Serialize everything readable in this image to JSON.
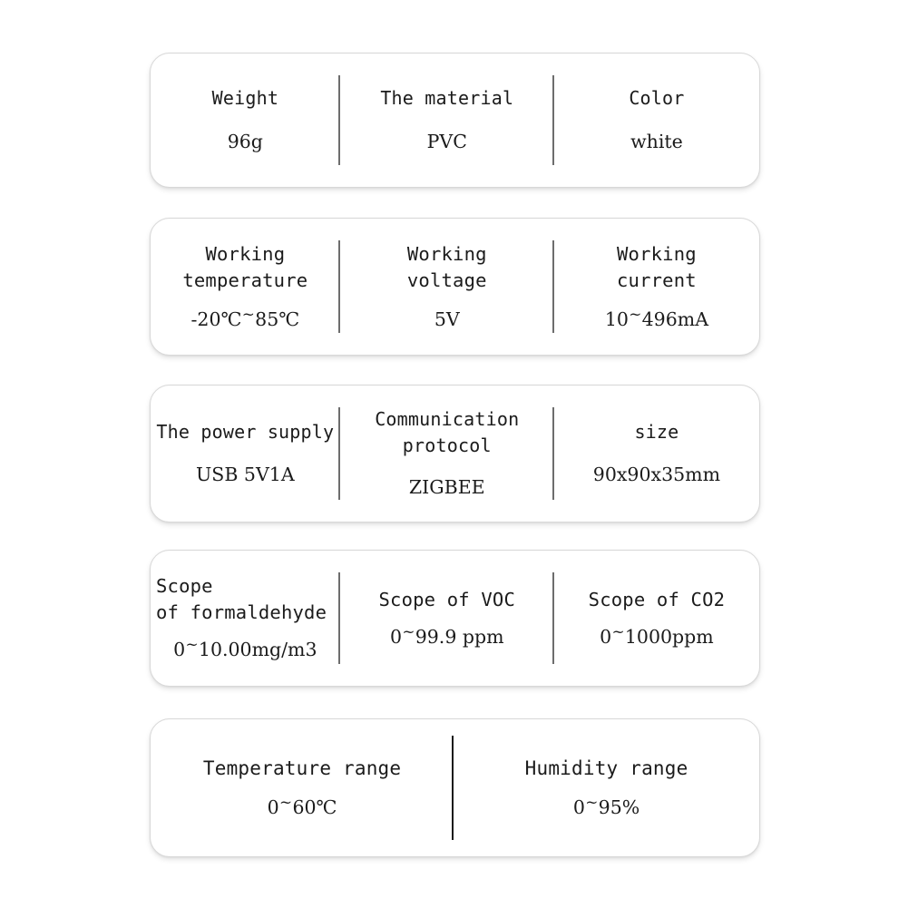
{
  "page": {
    "background_color": "#ffffff",
    "text_color": "#1b1b1b",
    "card_border_color": "#d8d8d8",
    "divider_color": "#6d6d6d",
    "divider_color_strong": "#1a1a1a"
  },
  "rows": [
    {
      "id": "row-basic",
      "columns": [
        {
          "label": "Weight",
          "value": "96g"
        },
        {
          "label": "The material",
          "value": "PVC"
        },
        {
          "label": "Color",
          "value": "white"
        }
      ]
    },
    {
      "id": "row-electrical",
      "columns": [
        {
          "label": "Working\ntemperature",
          "value": "-20℃~85℃"
        },
        {
          "label": "Working\nvoltage",
          "value": "5V"
        },
        {
          "label": "Working\ncurrent",
          "value": "10~496mA"
        }
      ]
    },
    {
      "id": "row-power-comms",
      "columns": [
        {
          "label": "The power supply",
          "value": "USB 5V1A"
        },
        {
          "label": "Communication\nprotocol",
          "value": "ZIGBEE"
        },
        {
          "label": "size",
          "value": "90x90x35mm"
        }
      ]
    },
    {
      "id": "row-gas-ranges",
      "columns": [
        {
          "label": "Scope\nof formaldehyde",
          "value": "0~10.00mg/m3"
        },
        {
          "label": "Scope of VOC",
          "value": "0~99.9 ppm"
        },
        {
          "label": "Scope of CO2",
          "value": "0~1000ppm"
        }
      ]
    },
    {
      "id": "row-environment",
      "columns": [
        {
          "label": "Temperature range",
          "value": "0~60℃"
        },
        {
          "label": "Humidity range",
          "value": "0~95%"
        }
      ]
    }
  ]
}
